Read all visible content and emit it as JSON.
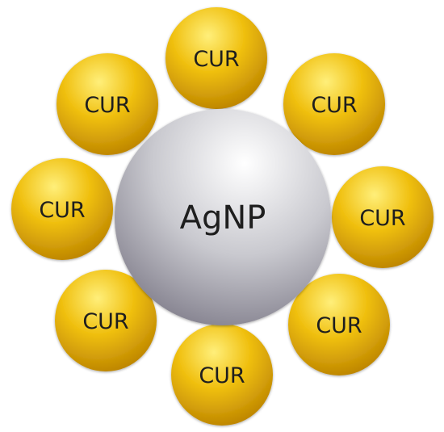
{
  "diagram": {
    "core": {
      "label": "AgNP"
    },
    "ligands": [
      {
        "label": "CUR"
      },
      {
        "label": "CUR"
      },
      {
        "label": "CUR"
      },
      {
        "label": "CUR"
      },
      {
        "label": "CUR"
      },
      {
        "label": "CUR"
      },
      {
        "label": "CUR"
      },
      {
        "label": "CUR"
      }
    ],
    "colors": {
      "core_highlight": "#ffffff",
      "core_mid": "#c9c9cf",
      "core_shadow": "#7a7785",
      "ligand_highlight": "#ffef7a",
      "ligand_mid": "#f0c010",
      "ligand_shadow": "#b87f00"
    }
  }
}
